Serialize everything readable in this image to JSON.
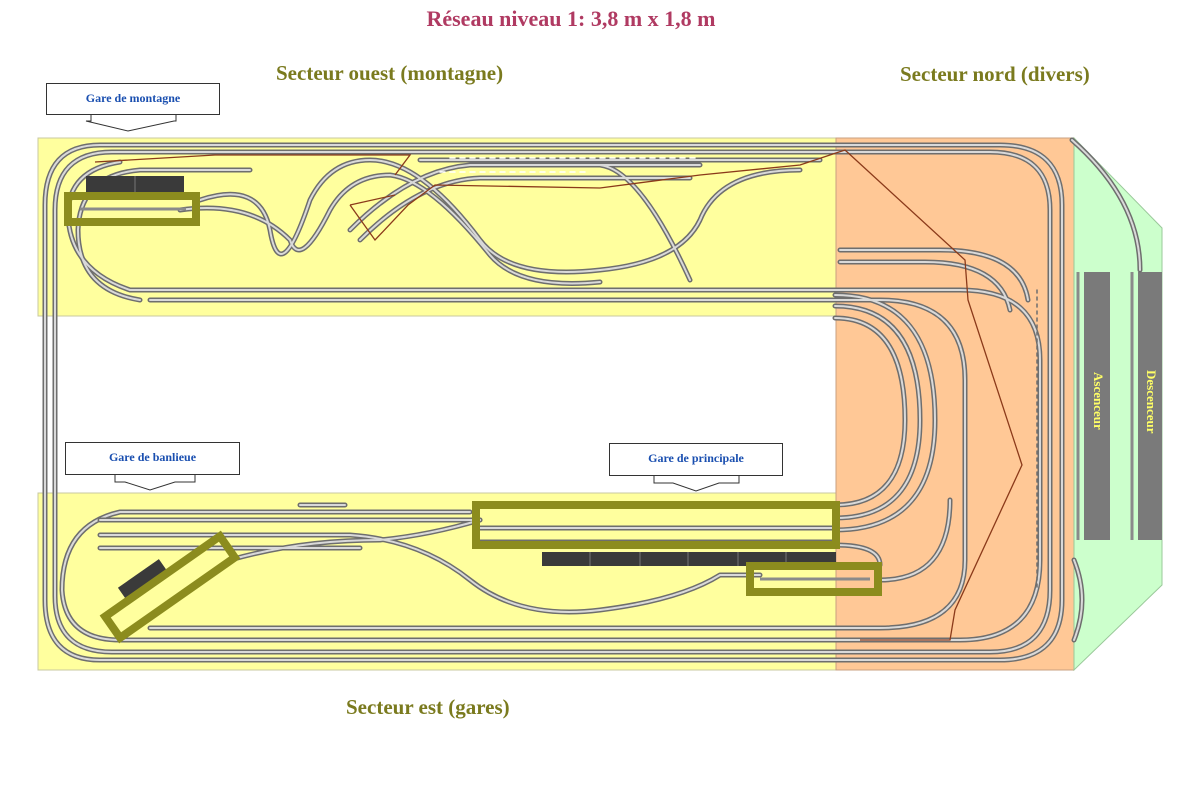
{
  "title": "Réseau niveau 1:  3,8 m x 1,8 m",
  "sectors": {
    "west": "Secteur ouest (montagne)",
    "north": "Secteur nord (divers)",
    "east": "Secteur est (gares)"
  },
  "stations": {
    "mountain": "Gare de montagne",
    "suburb": "Gare de banlieue",
    "main": "Gare de principale"
  },
  "lifts": {
    "up": "Ascenceur",
    "down": "Descenceur"
  },
  "colors": {
    "title": "#b03a62",
    "sector_text": "#7a7a1e",
    "label_text": "#1a4fb0",
    "west_east_zone": "#ffff9e",
    "north_zone": "#ffc896",
    "lift_zone": "#ccffcc",
    "platform": "#8c8c1e",
    "track": "#8a8a8a",
    "wire": "#8b3a1a",
    "lift_text": "#ffff66"
  }
}
